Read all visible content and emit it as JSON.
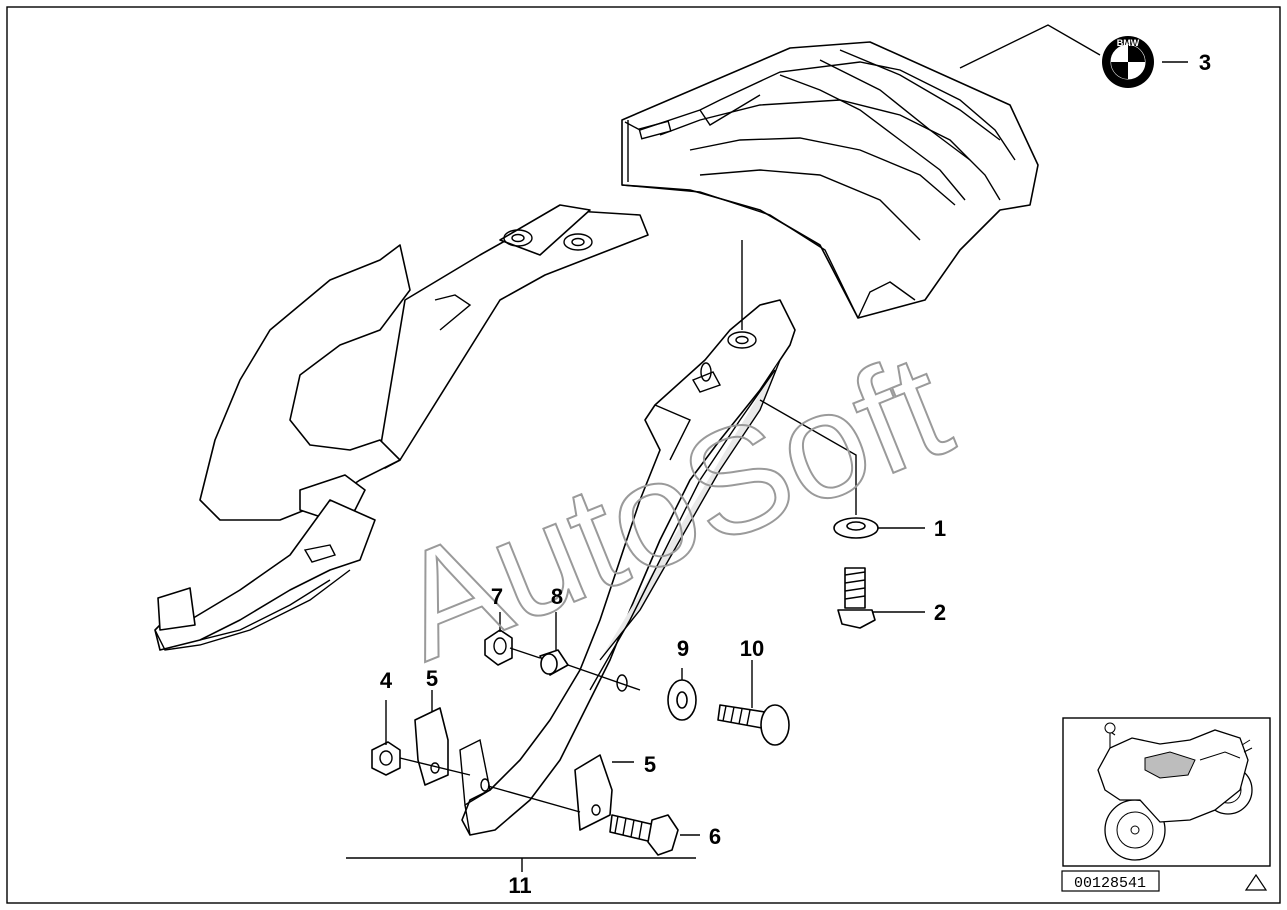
{
  "diagram": {
    "callouts": [
      {
        "id": "c1",
        "label": "1"
      },
      {
        "id": "c2",
        "label": "2"
      },
      {
        "id": "c3",
        "label": "3"
      },
      {
        "id": "c4",
        "label": "4"
      },
      {
        "id": "c5a",
        "label": "5"
      },
      {
        "id": "c5b",
        "label": "5"
      },
      {
        "id": "c6",
        "label": "6"
      },
      {
        "id": "c7",
        "label": "7"
      },
      {
        "id": "c8",
        "label": "8"
      },
      {
        "id": "c9",
        "label": "9"
      },
      {
        "id": "c10",
        "label": "10"
      },
      {
        "id": "c11",
        "label": "11"
      }
    ],
    "watermark": "AutoSoft",
    "document_number": "00128541",
    "logo_text": "BMW"
  }
}
